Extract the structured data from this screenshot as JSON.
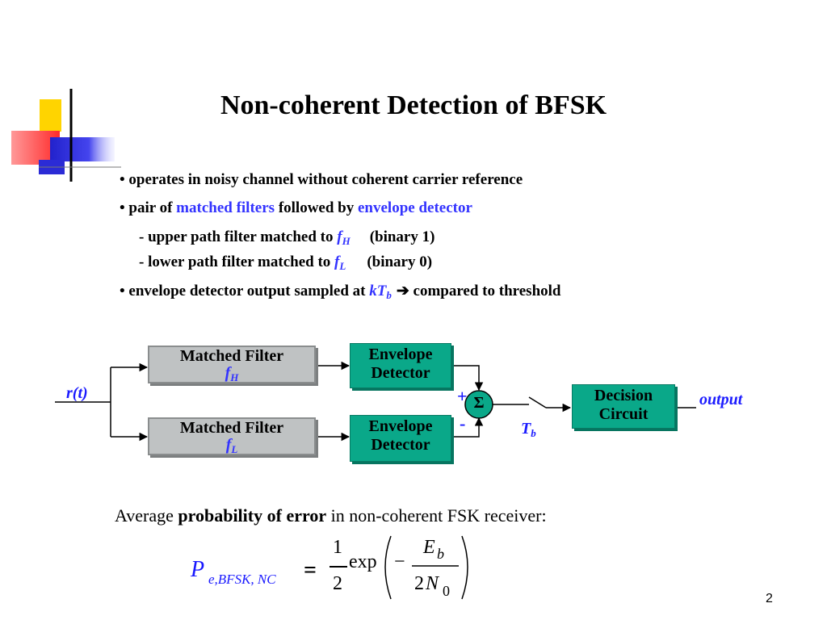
{
  "slide": {
    "title": "Non-coherent Detection of BFSK",
    "page_number": "2"
  },
  "bullets": {
    "b1": "• operates in noisy channel without coherent carrier reference",
    "b2_a": "• pair of ",
    "b2_b": "matched filters",
    "b2_c": " followed by ",
    "b2_d": "envelope detector",
    "s1_a": "- upper path filter matched to ",
    "s1_f": "f",
    "s1_sub": "H",
    "s1_c": "(binary 1)",
    "s2_a": "- lower path filter matched to ",
    "s2_f": "f",
    "s2_sub": "L",
    "s2_c": "(binary 0)",
    "b3_a": "• envelope detector output sampled at ",
    "b3_k": "kT",
    "b3_sub": "b",
    "b3_arrow": "➔",
    "b3_c": " compared to  threshold"
  },
  "diagram": {
    "input_label": "r(t)",
    "mf_upper_line1": "Matched Filter",
    "mf_upper_f": "f",
    "mf_upper_sub": "H",
    "mf_lower_line1": "Matched Filter",
    "mf_lower_f": "f",
    "mf_lower_sub": "L",
    "ed_upper_line1": "Envelope",
    "ed_upper_line2": "Detector",
    "ed_lower_line1": "Envelope",
    "ed_lower_line2": "Detector",
    "summer_symbol": "Σ",
    "plus_sign": "+",
    "minus_sign": "-",
    "sampler_label": "T",
    "sampler_sub": "b",
    "decision_line1": "Decision",
    "decision_line2": "Circuit",
    "output_label": "output"
  },
  "probability": {
    "avg_a": "Average ",
    "avg_b": "probability of error",
    "avg_c": " in non-coherent FSK receiver:",
    "p_symbol": "P",
    "p_sub": "e,BFSK, NC",
    "equals": "=",
    "half_num": "1",
    "half_den": "2",
    "exp": "exp",
    "minus": "−",
    "eb": "E",
    "eb_sub": "b",
    "den_two": "2",
    "n0": "N",
    "n0_sub": "0"
  },
  "colors": {
    "accent_blue": "#3333ff",
    "block_green": "#0aa889",
    "block_gray": "#bfc2c3",
    "logo_yellow": "#ffd400",
    "logo_red": "#ff3333",
    "logo_blue": "#3333dd"
  }
}
